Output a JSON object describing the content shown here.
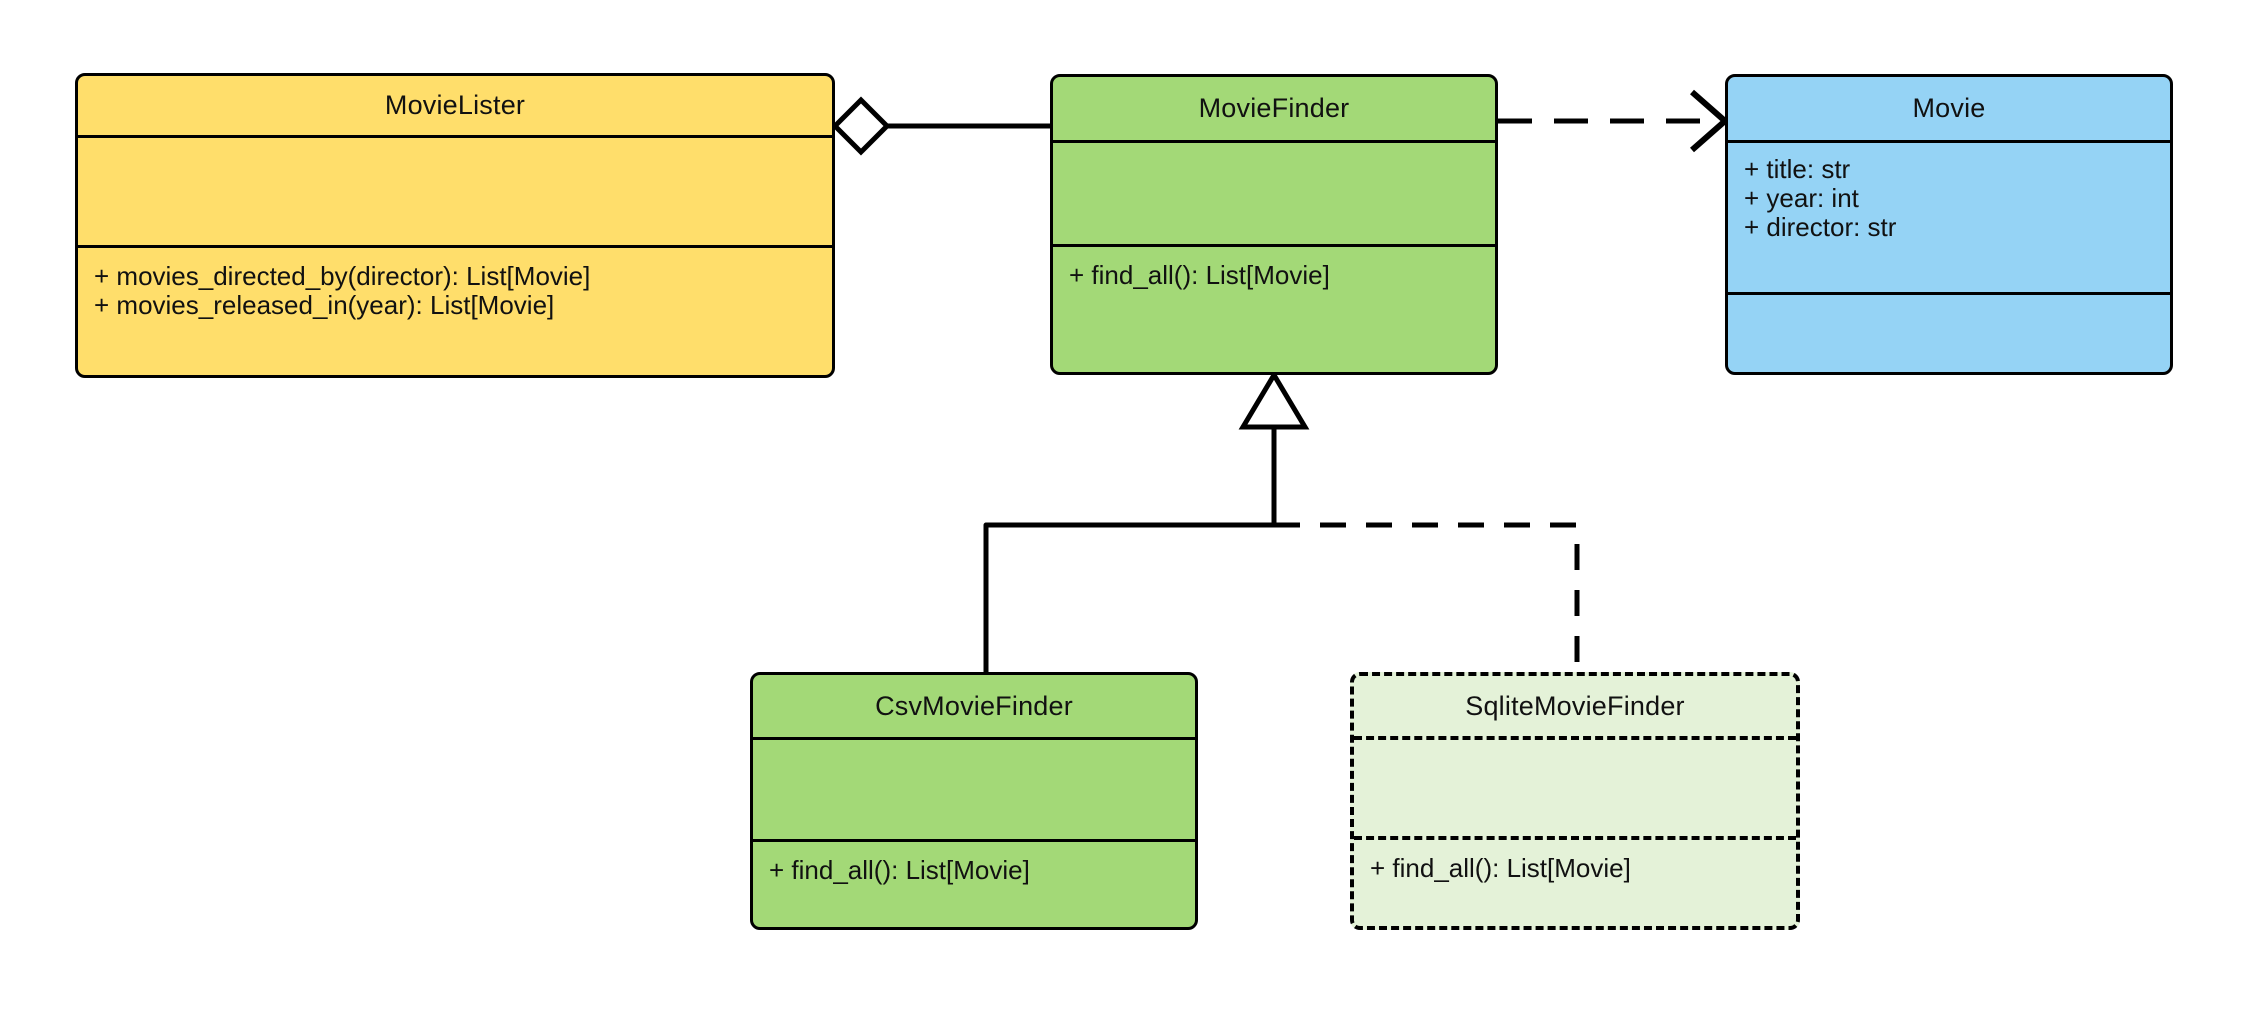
{
  "diagram": {
    "kind": "uml-class-diagram",
    "colors": {
      "movie_lister_fill": "#FFDE6B",
      "movie_finder_fill": "#A3D977",
      "movie_fill": "#95D3F5",
      "csv_movie_finder_fill": "#A3D977",
      "sqlite_movie_finder_fill": "#E4F2D8",
      "stroke": "#000000",
      "background": "#FFFFFF"
    },
    "classes": [
      {
        "id": "movie-lister",
        "name": "MovieLister",
        "attributes": [],
        "operations": [
          "+ movies_directed_by(director): List[Movie]",
          "+ movies_released_in(year): List[Movie]"
        ],
        "style": "solid"
      },
      {
        "id": "movie-finder",
        "name": "MovieFinder",
        "attributes": [],
        "operations": [
          "+ find_all(): List[Movie]"
        ],
        "style": "solid"
      },
      {
        "id": "movie",
        "name": "Movie",
        "attributes": [
          "+ title: str",
          "+ year: int",
          "+ director: str"
        ],
        "operations": [],
        "style": "solid"
      },
      {
        "id": "csv-movie-finder",
        "name": "CsvMovieFinder",
        "attributes": [],
        "operations": [
          "+ find_all(): List[Movie]"
        ],
        "style": "solid"
      },
      {
        "id": "sqlite-movie-finder",
        "name": "SqliteMovieFinder",
        "attributes": [],
        "operations": [
          "+ find_all(): List[Movie]"
        ],
        "style": "dashed"
      }
    ],
    "relationships": [
      {
        "id": "lister-aggregates-finder",
        "type": "aggregation",
        "source": "MovieLister",
        "target": "MovieFinder",
        "line": "solid",
        "source_marker": "hollow-diamond"
      },
      {
        "id": "finder-depends-movie",
        "type": "dependency",
        "source": "MovieFinder",
        "target": "Movie",
        "line": "dashed",
        "target_marker": "open-arrow"
      },
      {
        "id": "csv-inherits-finder",
        "type": "generalization",
        "source": "CsvMovieFinder",
        "target": "MovieFinder",
        "line": "solid",
        "target_marker": "hollow-triangle"
      },
      {
        "id": "sqlite-inherits-finder",
        "type": "generalization",
        "source": "SqliteMovieFinder",
        "target": "MovieFinder",
        "line": "dashed",
        "target_marker": "hollow-triangle"
      }
    ]
  }
}
